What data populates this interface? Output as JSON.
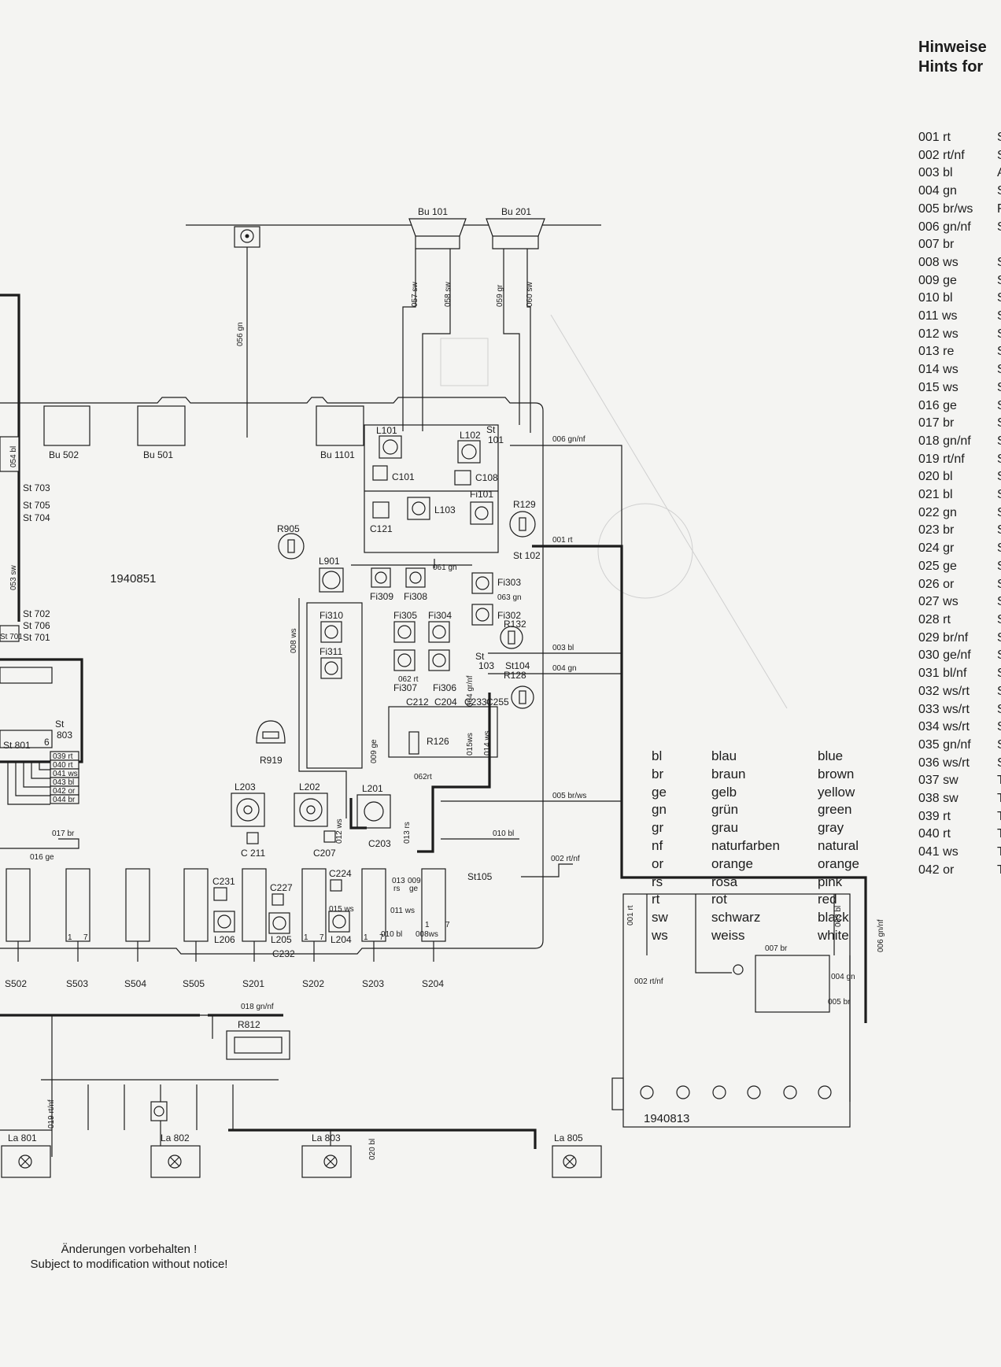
{
  "header": {
    "line1": "Hinweise",
    "line2": "Hints for"
  },
  "wires": [
    {
      "code": "001 rt",
      "desc": "S"
    },
    {
      "code": "002 rt/nf",
      "desc": "S"
    },
    {
      "code": "003 bl",
      "desc": "A"
    },
    {
      "code": "004 gn",
      "desc": "S"
    },
    {
      "code": "005 br/ws",
      "desc": "F"
    },
    {
      "code": "006 gn/nf",
      "desc": "S"
    },
    {
      "code": "007 br",
      "desc": ""
    },
    {
      "code": "008 ws",
      "desc": "S"
    },
    {
      "code": "009 ge",
      "desc": "S"
    },
    {
      "code": "010 bl",
      "desc": "S"
    },
    {
      "code": "011 ws",
      "desc": "S"
    },
    {
      "code": "012 ws",
      "desc": "S"
    },
    {
      "code": "013 re",
      "desc": "S"
    },
    {
      "code": "014 ws",
      "desc": "S"
    },
    {
      "code": "015 ws",
      "desc": "S"
    },
    {
      "code": "016 ge",
      "desc": "S"
    },
    {
      "code": "017 br",
      "desc": "S"
    },
    {
      "code": "018 gn/nf",
      "desc": "S"
    },
    {
      "code": "019 rt/nf",
      "desc": "S"
    },
    {
      "code": "020 bl",
      "desc": "S"
    },
    {
      "code": "021 bl",
      "desc": "S"
    },
    {
      "code": "022 gn",
      "desc": "S"
    },
    {
      "code": "023 br",
      "desc": "S"
    },
    {
      "code": "024 gr",
      "desc": "S"
    },
    {
      "code": "025 ge",
      "desc": "S"
    },
    {
      "code": "026 or",
      "desc": "S"
    },
    {
      "code": "027 ws",
      "desc": "S"
    },
    {
      "code": "028 rt",
      "desc": "S"
    },
    {
      "code": "029 br/nf",
      "desc": "S"
    },
    {
      "code": "030 ge/nf",
      "desc": "S"
    },
    {
      "code": "031 bl/nf",
      "desc": "S"
    },
    {
      "code": "032 ws/rt",
      "desc": "S"
    },
    {
      "code": "033 ws/rt",
      "desc": "S"
    },
    {
      "code": "034 ws/rt",
      "desc": "S"
    },
    {
      "code": "035 gn/nf",
      "desc": "S"
    },
    {
      "code": "036 ws/rt",
      "desc": "S"
    },
    {
      "code": "037 sw",
      "desc": "T"
    },
    {
      "code": "038 sw",
      "desc": "T"
    },
    {
      "code": "039 rt",
      "desc": "T"
    },
    {
      "code": "040 rt",
      "desc": "T"
    },
    {
      "code": "041 ws",
      "desc": "T"
    },
    {
      "code": "042 or",
      "desc": "T"
    }
  ],
  "colors": [
    {
      "abbr": "bl",
      "de": "blau",
      "en": "blue"
    },
    {
      "abbr": "br",
      "de": "braun",
      "en": "brown"
    },
    {
      "abbr": "ge",
      "de": "gelb",
      "en": "yellow"
    },
    {
      "abbr": "gn",
      "de": "grün",
      "en": "green"
    },
    {
      "abbr": "gr",
      "de": "grau",
      "en": "gray"
    },
    {
      "abbr": "nf",
      "de": "naturfarben",
      "en": "natural"
    },
    {
      "abbr": "or",
      "de": "orange",
      "en": "orange"
    },
    {
      "abbr": "rs",
      "de": "rosa",
      "en": "pink"
    },
    {
      "abbr": "rt",
      "de": "rot",
      "en": "red"
    },
    {
      "abbr": "sw",
      "de": "schwarz",
      "en": "black"
    },
    {
      "abbr": "ws",
      "de": "weiss",
      "en": "white"
    }
  ],
  "footer": {
    "de": "Änderungen vorbehalten !",
    "en": "Subject to modification without notice!"
  },
  "labels": {
    "bu101": "Bu 101",
    "bu201": "Bu 201",
    "bu502": "Bu 502",
    "bu501": "Bu 501",
    "bu1101": "Bu 1101",
    "w057": "057 sw",
    "w058": "058 sw",
    "w059": "059 gr",
    "w060": "060 sw",
    "w056": "056 gn",
    "w054": "054 bl",
    "w053": "053 sw",
    "st703": "St 703",
    "st705": "St 705",
    "st704": "St 704",
    "st702": "St 702",
    "st706": "St 706",
    "st701": "St 701",
    "st803": "St",
    "st803b": "803",
    "st801": "St 801",
    "n6": "6",
    "s039": "039 rt",
    "s040": "040 rt",
    "s041": "041 ws",
    "s043": "043 bl",
    "s042": "042 or",
    "s044": "044 br",
    "board1": "1940851",
    "board2": "1940813",
    "l101": "L101",
    "l102": "L102",
    "st101a": "St",
    "st101b": "101",
    "c101": "C101",
    "c108": "C108",
    "c121": "C121",
    "l103": "L103",
    "fi101": "Fi101",
    "r129": "R129",
    "st102": "St 102",
    "r905": "R905",
    "l901": "L901",
    "fi309": "Fi309",
    "fi308": "Fi308",
    "fi303": "Fi303",
    "fi302": "Fi302",
    "r132": "R132",
    "fi310": "Fi310",
    "fi311": "Fi311",
    "fi305": "Fi305",
    "fi304": "Fi304",
    "st103a": "St",
    "st103b": "103",
    "st104": "St104",
    "r128": "R128",
    "fi307": "Fi307",
    "fi306": "Fi306",
    "c212": "C212",
    "c204": "C204",
    "c233": "C233",
    "c255": "C255",
    "r126": "R126",
    "r919": "R919",
    "l203": "L203",
    "l202": "L202",
    "l201": "L201",
    "c211": "C 211",
    "c207": "C207",
    "c203": "C203",
    "c231": "C231",
    "c227": "C227",
    "c224": "C224",
    "l206": "L206",
    "l205": "L205",
    "l204": "L204",
    "c232": "C232",
    "s502": "S502",
    "s503": "S503",
    "s504": "S504",
    "s505": "S505",
    "s201": "S201",
    "s202": "S202",
    "s203": "S203",
    "s204": "S204",
    "st105": "St105",
    "r812": "R812",
    "la801": "La 801",
    "la802": "La 802",
    "la803": "La 803",
    "la805": "La 805",
    "w006": "006 gn/nf",
    "w001": "001 rt",
    "w061": "061 gn",
    "w063": "063 gn",
    "w003": "003 bl",
    "w004": "004 gn",
    "w062": "062 rt",
    "w064": "064 gr/nf",
    "w008": "008 ws",
    "w009": "009 ge",
    "w005": "005 br/ws",
    "w010": "010 bl",
    "w002": "002 rt/nf",
    "w017": "017 br",
    "w016": "016 ge",
    "w018": "018 gn/nf",
    "w019": "019 rt/nf",
    "w020": "020 bl",
    "w007": "007 br",
    "w004b": "004 gn",
    "w005b": "005 br",
    "w003b": "003 bl",
    "w006b": "006 gn/nf",
    "w001b": "001 rt",
    "w002b": "002 rt/nf",
    "w012": "012 ws",
    "w013": "013 rs",
    "w011": "011 ws",
    "w015": "015 ws",
    "w014": "014 ws",
    "w012b": "012 ws",
    "w015b": "015ws",
    "w014b": "014 ws",
    "w062r": "062rt",
    "w013b": "013",
    "w013c": "rs",
    "w009b": "009",
    "w009c": "ge",
    "w010b": "010 bl",
    "w008b": "008ws",
    "p1a": "1",
    "p7a": "7",
    "p1b": "1",
    "p7b": "7",
    "p1c": "1",
    "p7c": "7",
    "p1d": "1",
    "p7d": "7"
  }
}
